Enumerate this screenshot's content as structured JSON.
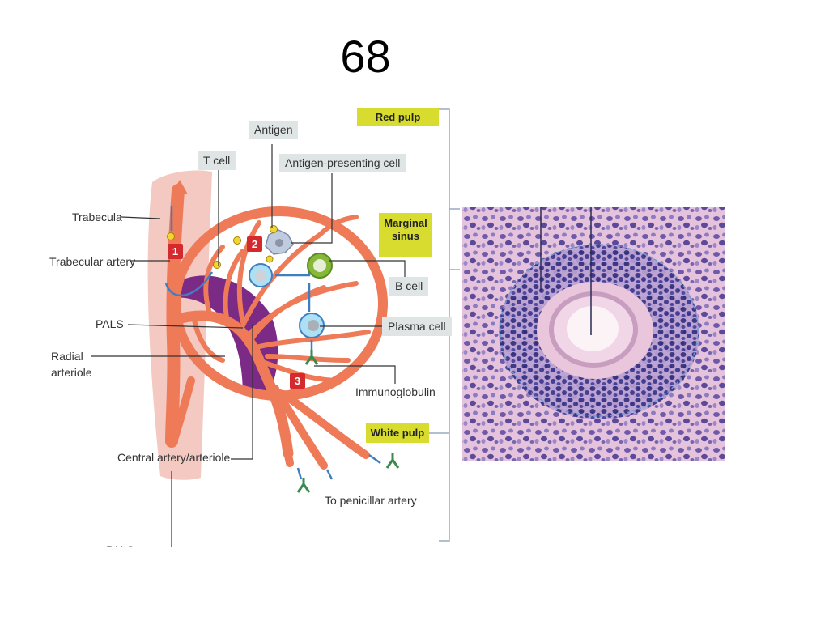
{
  "slide": {
    "number": "68"
  },
  "diagram": {
    "left_labels": {
      "trabecula": "Trabecula",
      "trabecular_artery": "Trabecular artery",
      "pals": "PALS",
      "radial_arteriole_line1": "Radial",
      "radial_arteriole_line2": "arteriole",
      "central_artery": "Central artery/arteriole",
      "immunoglobulin": "Immunoglobulin",
      "to_penicillar": "To penicillar artery",
      "pals_bottom": "PALS"
    },
    "boxed_labels": {
      "antigen": "Antigen",
      "t_cell": "T cell",
      "apc": "Antigen-presenting cell",
      "b_cell": "B cell",
      "plasma_cell": "Plasma cell"
    },
    "region_labels": {
      "red_pulp": "Red pulp",
      "marginal_line1": "Marginal",
      "marginal_line2": "sinus",
      "white_pulp": "White pulp"
    },
    "step_markers": [
      "1",
      "2",
      "3"
    ],
    "colors": {
      "artery": "#ee7a58",
      "trabecula": "#f3c9c2",
      "pals": "#7b2a86",
      "region_highlight": "#d7dc2f",
      "label_box": "#dfe5e4",
      "step_marker": "#d42a2e",
      "bracket": "#98a8c4",
      "micrograph_bg": "#e9cde2"
    }
  }
}
